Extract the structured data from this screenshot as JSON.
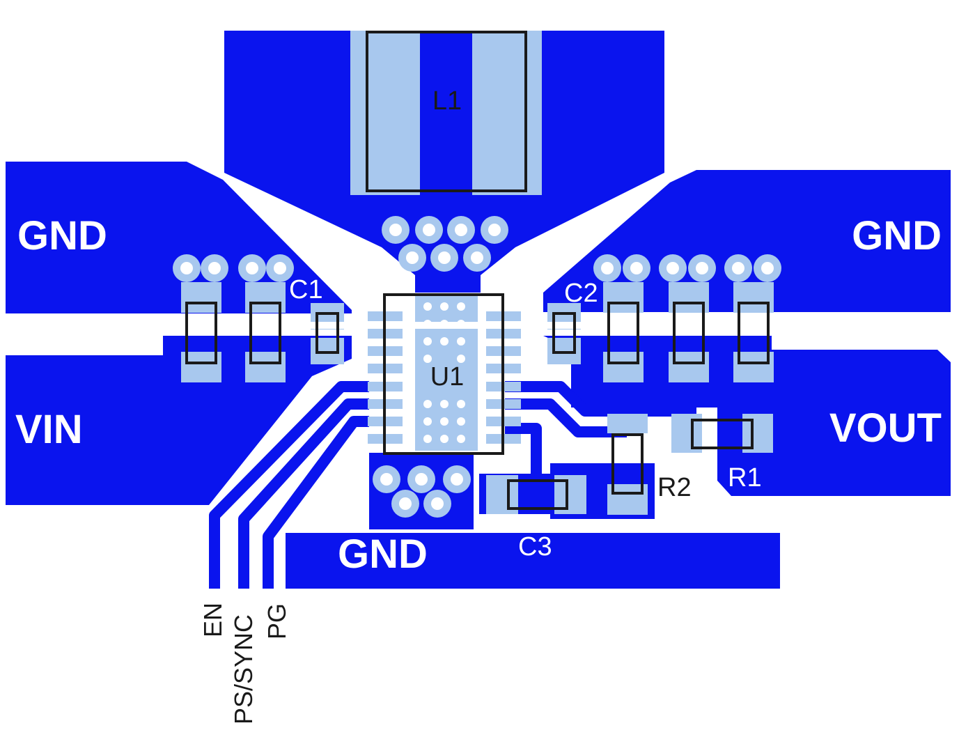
{
  "net_labels": {
    "gnd_left": "GND",
    "gnd_right": "GND",
    "gnd_bottom": "GND",
    "vin": "VIN",
    "vout": "VOUT"
  },
  "components": {
    "l1": "L1",
    "u1": "U1",
    "c1": "C1",
    "c2": "C2",
    "c3": "C3",
    "r1": "R1",
    "r2": "R2"
  },
  "pins": {
    "en": "EN",
    "ps_sync": "PS/SYNC",
    "pg": "PG"
  },
  "colors": {
    "copper": "#0a14ee",
    "pad": "#a8c8ee",
    "via": "#a8c8ee",
    "outline": "#1a1a1a",
    "background": "#ffffff"
  }
}
